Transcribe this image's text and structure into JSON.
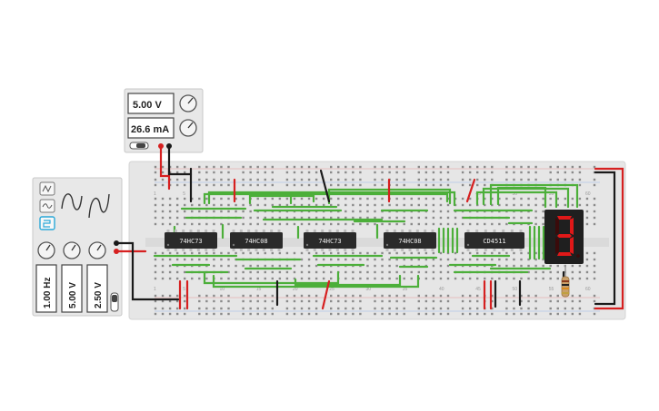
{
  "power_supply": {
    "voltage_readout": "5.00 V",
    "current_readout": "26.6 mA",
    "knob_icons": [
      "voltage-knob-icon",
      "current-knob-icon"
    ]
  },
  "function_generator": {
    "frequency_readout": "1.00 Hz",
    "amplitude_readout": "5.00 V",
    "offset_readout": "2.50 V",
    "wave_buttons": [
      "square-wave-icon",
      "sine-wave-icon",
      "triangle-wave-icon"
    ],
    "selected_wave": "triangle-wave-icon"
  },
  "breadboard": {
    "column_markers": [
      "1",
      "5",
      "10",
      "15",
      "20",
      "25",
      "30",
      "35",
      "40",
      "45",
      "50",
      "55",
      "60"
    ]
  },
  "chips": [
    {
      "label": "74HC73"
    },
    {
      "label": "74HC08"
    },
    {
      "label": "74HC73"
    },
    {
      "label": "74HC08"
    },
    {
      "label": "CD4511"
    }
  ],
  "seven_segment": {
    "digit": "3",
    "lit_segments": [
      "a",
      "b",
      "g",
      "c",
      "d"
    ]
  },
  "colors": {
    "wire_green": "#4caf3a",
    "wire_red": "#d62020",
    "wire_black": "#1a1a1a",
    "board": "#e4e4e4",
    "chip": "#2a2a2a",
    "segment_on": "#e01818",
    "segment_off": "#3a0b0b"
  }
}
